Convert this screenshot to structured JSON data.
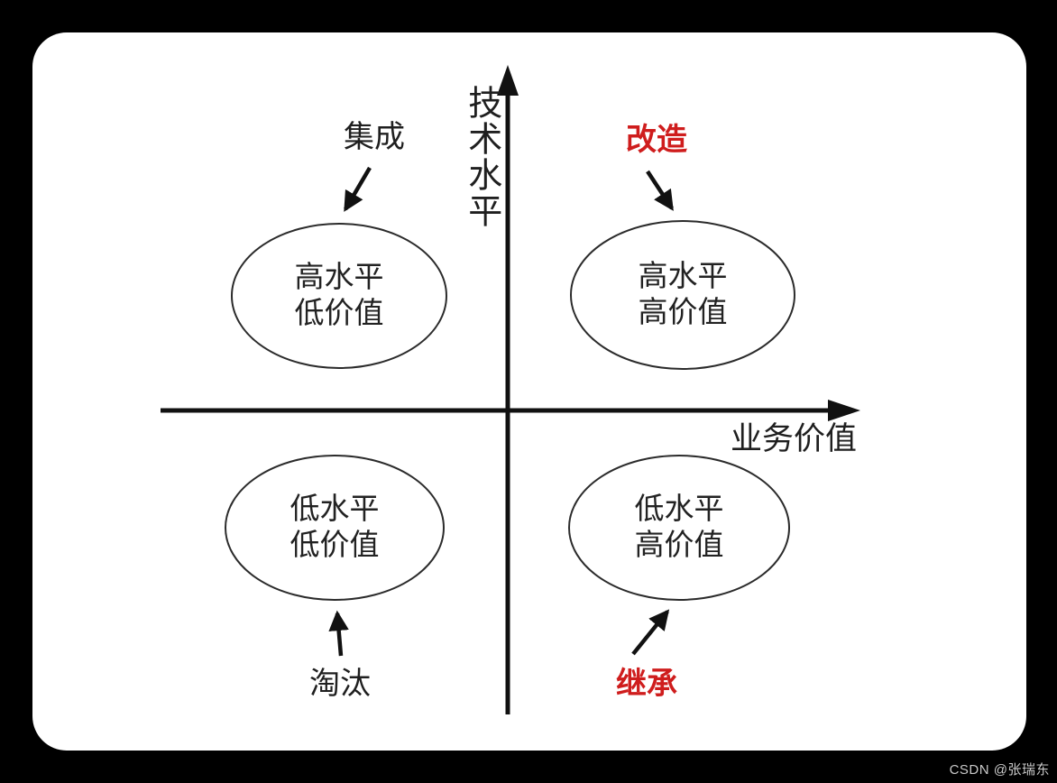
{
  "page": {
    "background_color": "#000000",
    "card_color": "#ffffff",
    "axis_color": "#111111",
    "red_color": "#cf1d1d",
    "watermark": "CSDN @张瑞东"
  },
  "diagram": {
    "axes": {
      "y_label": "技术水平",
      "x_label": "业务价值"
    },
    "quadrants": {
      "top_left": {
        "line1": "高水平",
        "line2": "低价值",
        "annotation": "集成",
        "annotation_color": "#1f1f1f"
      },
      "top_right": {
        "line1": "高水平",
        "line2": "高价值",
        "annotation": "改造",
        "annotation_color": "#cf1d1d"
      },
      "bottom_left": {
        "line1": "低水平",
        "line2": "低价值",
        "annotation": "淘汰",
        "annotation_color": "#1f1f1f"
      },
      "bottom_right": {
        "line1": "低水平",
        "line2": "高价值",
        "annotation": "继承",
        "annotation_color": "#cf1d1d"
      }
    }
  }
}
